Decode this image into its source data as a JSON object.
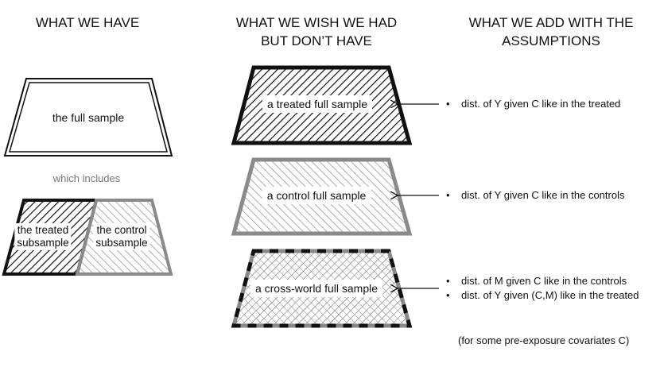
{
  "columns": {
    "have_title": [
      "WHAT WE HAVE"
    ],
    "wish_title": [
      "WHAT WE WISH WE HAD",
      "BUT DON’T HAVE"
    ],
    "add_title": [
      "WHAT WE ADD WITH THE",
      "ASSUMPTIONS"
    ]
  },
  "left": {
    "full_sample": "the full sample",
    "which_includes": "which includes",
    "treated_sub": [
      "the treated",
      "subsample"
    ],
    "control_sub": [
      "the control",
      "subsample"
    ]
  },
  "middle": {
    "treated_full": "a treated full sample",
    "control_full": "a control full sample",
    "crossworld_full": "a cross-world full sample"
  },
  "assumptions": {
    "bullet": "•",
    "treated": "dist. of Y given C like in the treated",
    "control": "dist. of Y given C like in the controls",
    "crossworld": [
      "dist. of M given C like in the controls",
      "dist. of Y given (C,M) like in the treated"
    ],
    "footnote": "(for some pre-exposure covariates C)"
  },
  "colors": {
    "black": "#111111",
    "gray": "#8a8a8a",
    "hatch_black": "#111111",
    "hatch_gray": "#9a9a9a"
  }
}
